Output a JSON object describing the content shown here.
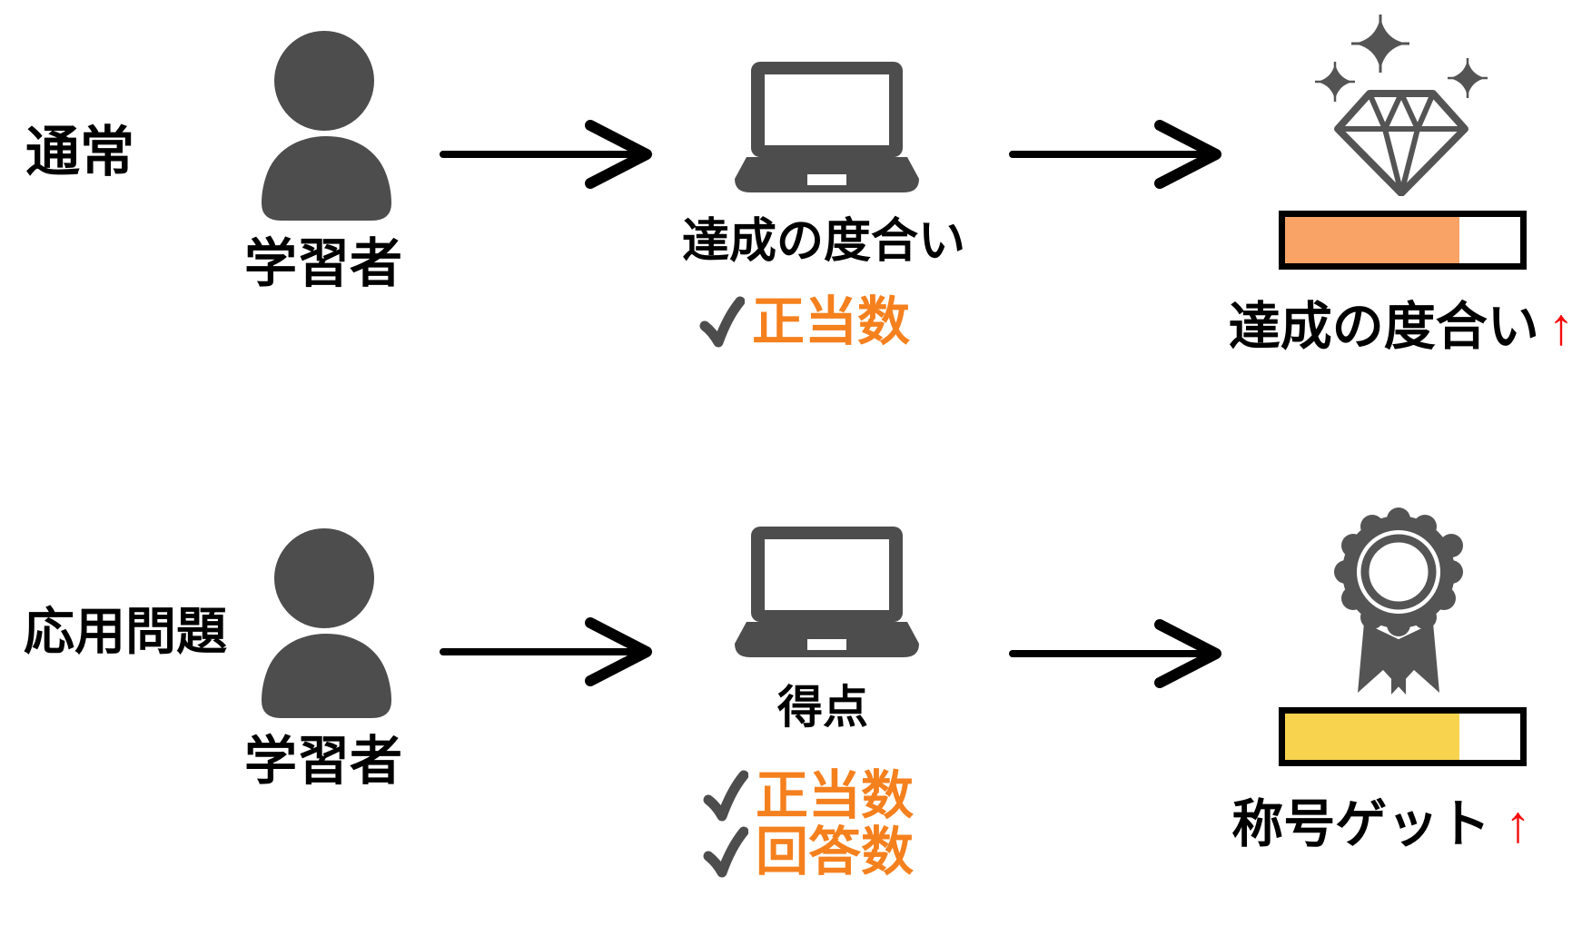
{
  "colors": {
    "icon_gray": "#4d4d4d",
    "outline_gray": "#545454",
    "check_orange": "#f5801e",
    "bar_orange_fill": "#f9a366",
    "bar_yellow_fill": "#f8d44e",
    "bar_border": "#000000",
    "arrow_black": "#000000",
    "increase_red": "#f50b0b"
  },
  "rows": [
    {
      "row_label": "通常",
      "actor_label": "学習者",
      "actor_icon": "user-icon",
      "process_icon": "laptop-icon",
      "process_title": "達成の度合い",
      "checks": [
        "正当数"
      ],
      "result_icon": "diamond-sparkle-icon",
      "result_label": "達成の度合い",
      "result_arrow": "↑",
      "progress_percent": 74
    },
    {
      "row_label": "応用問題",
      "actor_label": "学習者",
      "actor_icon": "user-icon",
      "process_icon": "laptop-icon",
      "process_title": "得点",
      "checks": [
        "正当数",
        "回答数"
      ],
      "result_icon": "rosette-award-icon",
      "result_label": "称号ゲット",
      "result_arrow": "↑",
      "progress_percent": 74
    }
  ]
}
